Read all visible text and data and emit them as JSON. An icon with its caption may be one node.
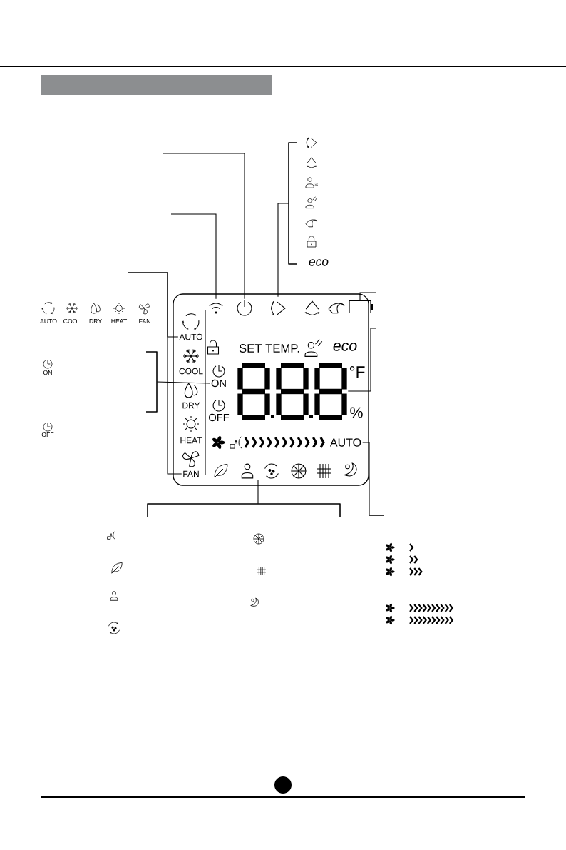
{
  "diagram": {
    "nodes": [
      {
        "text": [],
        "shape": "box"
      },
      {
        "text": [],
        "shape": "symbol",
        "in": 0
      },
      {
        "text": [],
        "shape": "symbol",
        "in": 0
      },
      {
        "text": [],
        "shape": "symbol",
        "in": 0
      },
      {
        "text": [],
        "shape": "battery",
        "in": 0
      },
      {
        "text": [
          "AUTO"
        ],
        "in": 0
      },
      {
        "text": [
          "COOL"
        ],
        "in": 0
      },
      {
        "text": [
          "DRY"
        ],
        "in": 0
      },
      {
        "text": [
          "HEAT"
        ],
        "in": 0
      },
      {
        "text": [
          "FAN"
        ],
        "in": 0
      },
      {
        "text": [
          "ON"
        ],
        "in": 0
      },
      {
        "text": [
          "OFF"
        ],
        "in": 0
      },
      {
        "text": [],
        "shape": "display",
        "in": 0
      },
      {
        "text": [
          "AUTO"
        ],
        "in": 0
      },
      {
        "text": [],
        "shape": "person",
        "in": 0
      },
      {
        "text": [],
        "shape": "bracket"
      },
      {
        "text": [],
        "shape": "bracket"
      },
      {
        "text": [],
        "shape": "bracket"
      }
    ],
    "edges": [
      {
        "from": null,
        "to": 2,
        "arrow": "none"
      },
      {
        "from": null,
        "to": 1,
        "arrow": "none"
      },
      {
        "from": 15,
        "to": 3,
        "arrow": "none"
      },
      {
        "from": null,
        "to": 4,
        "arrow": "none"
      },
      {
        "from": null,
        "to": 12,
        "arrow": "none"
      },
      {
        "from": null,
        "to": 5,
        "arrow": "none"
      },
      {
        "from": null,
        "to": 9,
        "arrow": "none"
      },
      {
        "from": 16,
        "to": 10,
        "arrow": "none"
      },
      {
        "from": 17,
        "to": 14,
        "arrow": "none"
      },
      {
        "from": null,
        "to": 13,
        "arrow": "none"
      }
    ],
    "labels": [
      "eco",
      "AUTO",
      "COOL",
      "DRY",
      "HEAT",
      "FAN",
      "SET TEMP.",
      "eco",
      "ON",
      "°F",
      "%",
      "OFF"
    ]
  }
}
